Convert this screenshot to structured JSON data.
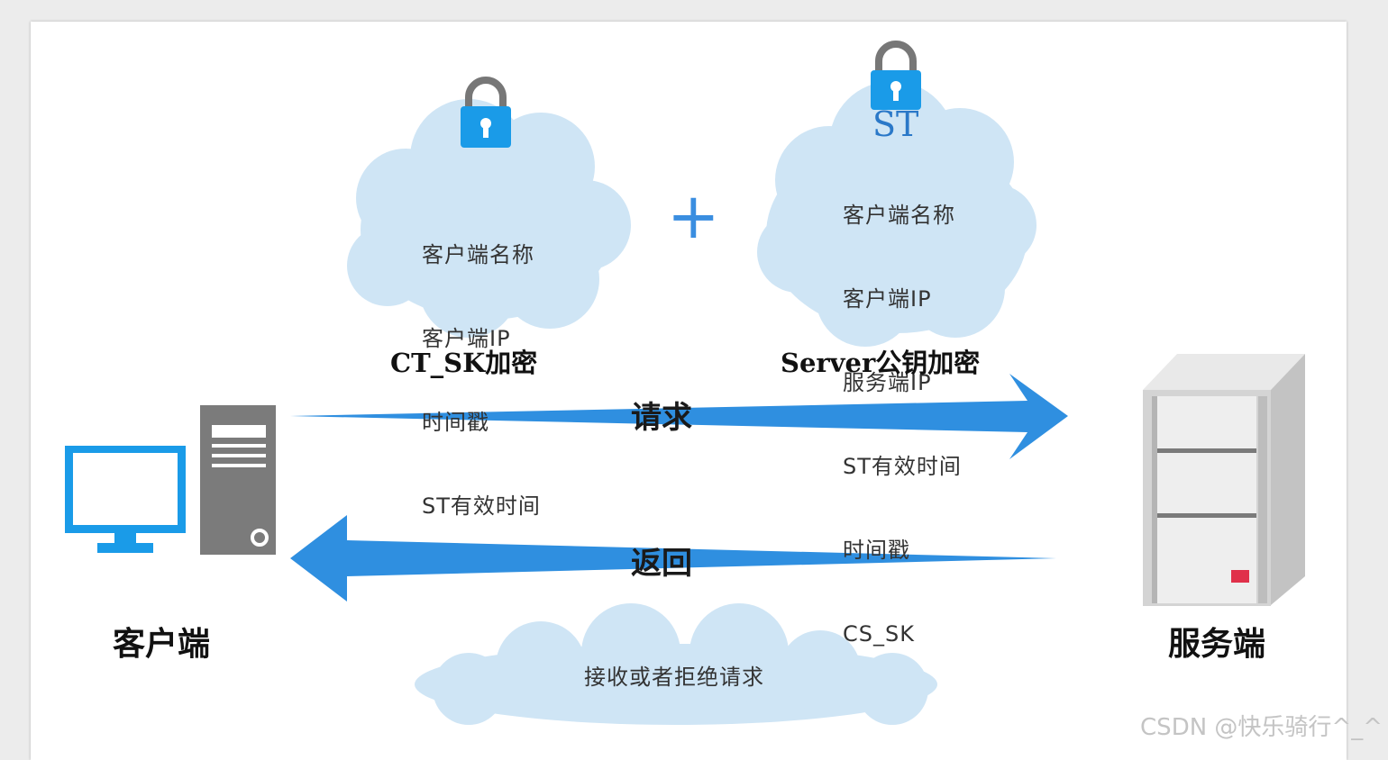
{
  "cloud_left": {
    "lines": [
      "客户端名称",
      "客户端IP",
      "时间戳",
      "ST有效时间"
    ],
    "caption": "CT_SK加密"
  },
  "plus_sign": "+",
  "cloud_right": {
    "title": "ST",
    "lines": [
      "客户端名称",
      "客户端IP",
      "服务端IP",
      "ST有效时间",
      "时间戳",
      "CS_SK"
    ],
    "caption": "Server公钥加密"
  },
  "arrows": {
    "request_label": "请求",
    "response_label": "返回"
  },
  "client": {
    "label": "客户端"
  },
  "server": {
    "label": "服务端"
  },
  "bottom_cloud": {
    "text": "接收或者拒绝请求"
  },
  "watermark": "CSDN @快乐骑行^_^",
  "colors": {
    "cloud": "#cfe5f5",
    "lock": "#1a9be8",
    "lock_shackle": "#777777",
    "arrow": "#2f8fe0",
    "monitor": "#1a9be8",
    "tower": "#7b7b7b",
    "server_body": "#d9d9d9"
  }
}
